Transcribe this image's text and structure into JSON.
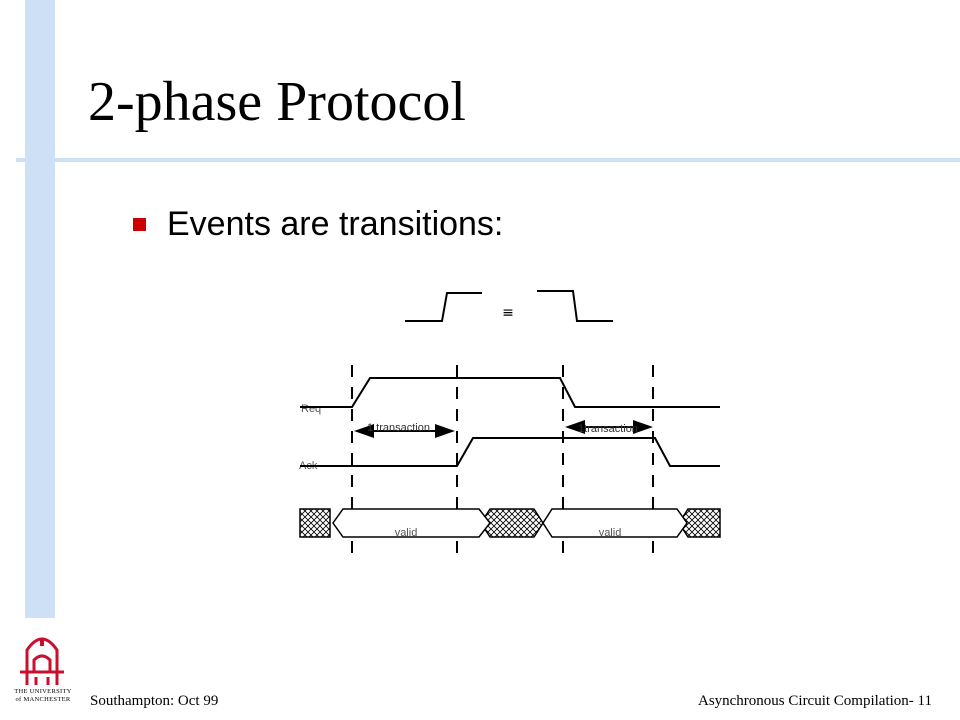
{
  "slide": {
    "title": "2-phase Protocol",
    "bullet": "Events are transitions:"
  },
  "diagram": {
    "equiv_symbol": "≡",
    "req_label": "Req",
    "ack_label": "Ack",
    "transaction_left": "1 transaction",
    "transaction_right": "1transaction",
    "valid_left": "valid",
    "valid_right": "valid"
  },
  "footer": {
    "left": "Southampton: Oct 99",
    "right": "Asynchronous Circuit Compilation- 11"
  },
  "logo": {
    "line1": "THE UNIVERSITY",
    "line2": "of MANCHESTER"
  },
  "colors": {
    "accent_bar": "#cde0f5",
    "bullet": "#cc0000",
    "logo": "#c8102e"
  }
}
